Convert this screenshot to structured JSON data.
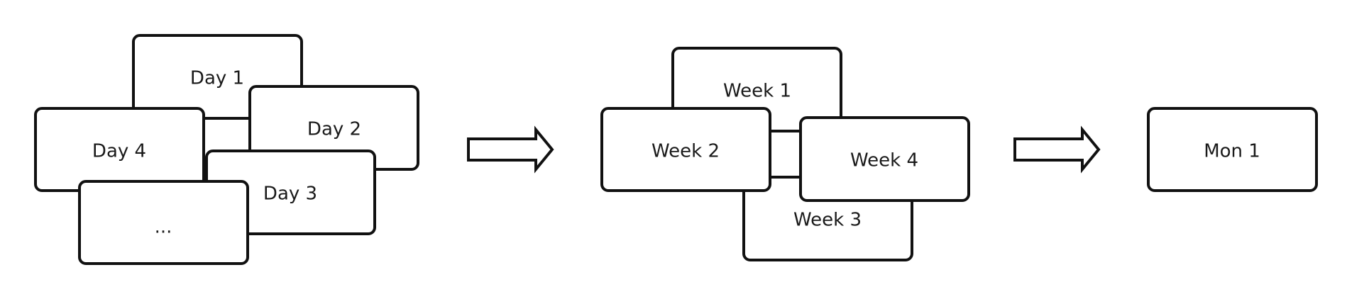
{
  "diagram": {
    "days": {
      "day1": "Day 1",
      "day2": "Day 2",
      "day3": "Day 3",
      "day4": "Day 4",
      "more": "..."
    },
    "weeks": {
      "week1": "Week 1",
      "week2": "Week 2",
      "week3": "Week 3",
      "week4": "Week 4"
    },
    "months": {
      "mon1": "Mon 1"
    }
  }
}
